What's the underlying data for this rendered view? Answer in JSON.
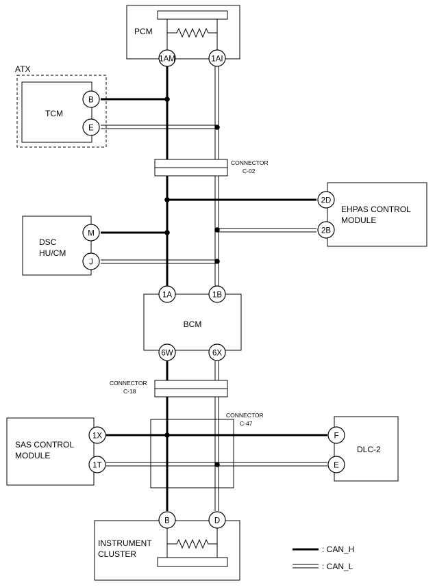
{
  "modules": {
    "pcm": "PCM",
    "atx": "ATX",
    "tcm": "TCM",
    "dsc_line1": "DSC",
    "dsc_line2": "HU/CM",
    "ehpas_line1": "EHPAS CONTROL",
    "ehpas_line2": "MODULE",
    "bcm": "BCM",
    "sas_line1": "SAS CONTROL",
    "sas_line2": "MODULE",
    "dlc": "DLC-2",
    "ic_line1": "INSTRUMENT",
    "ic_line2": "CLUSTER"
  },
  "pins": {
    "pcm_h": "1AM",
    "pcm_l": "1AI",
    "tcm_h": "B",
    "tcm_l": "E",
    "dsc_h": "M",
    "dsc_l": "J",
    "ehpas_h": "2D",
    "ehpas_l": "2B",
    "bcm_top_h": "1A",
    "bcm_top_l": "1B",
    "bcm_bot_h": "6W",
    "bcm_bot_l": "6X",
    "sas_h": "1X",
    "sas_l": "1T",
    "dlc_h": "F",
    "dlc_l": "E",
    "ic_h": "B",
    "ic_l": "D"
  },
  "connectors": {
    "c02_line1": "CONNECTOR",
    "c02_line2": "C-02",
    "c18_line1": "CONNECTOR",
    "c18_line2": "C-18",
    "c47_line1": "CONNECTOR",
    "c47_line2": "C-47"
  },
  "legend": {
    "can_h": ": CAN_H",
    "can_l": ": CAN_L"
  }
}
